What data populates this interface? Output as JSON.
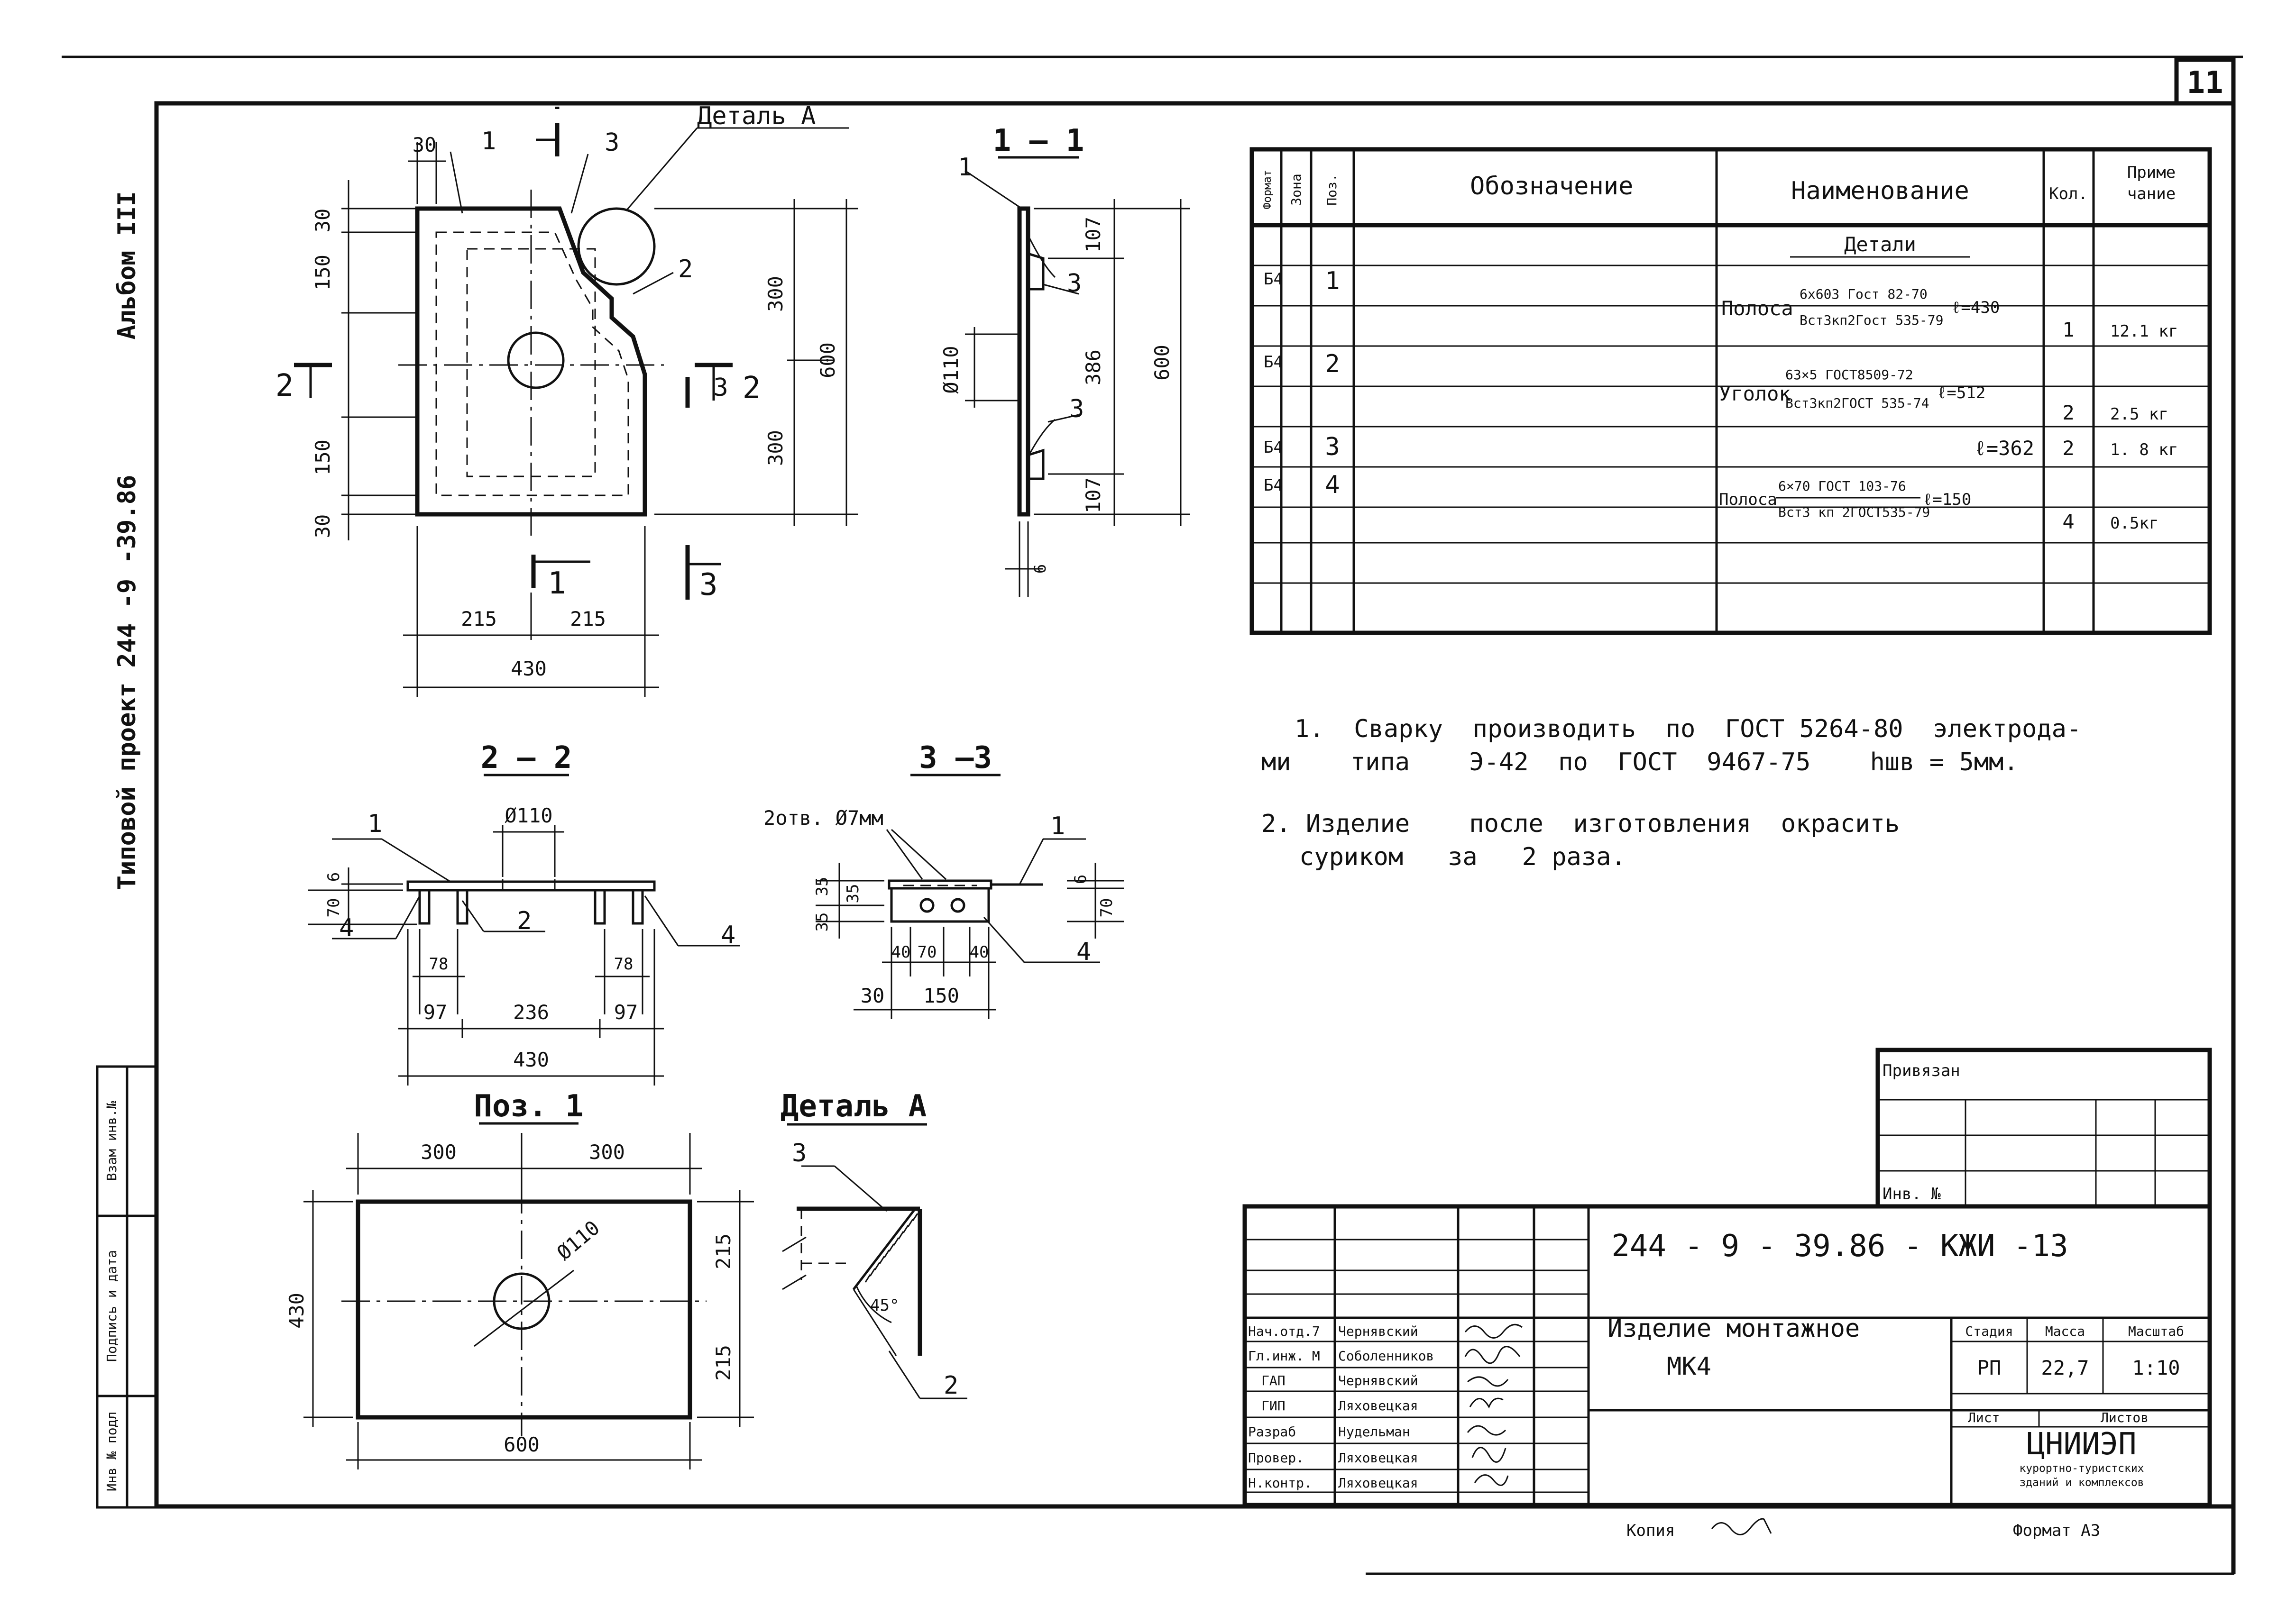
{
  "page_number": "11",
  "side_title": {
    "album": "Альбом III",
    "project": "Типовой проект 244 -9 -39.86"
  },
  "side_stamp": {
    "c1": "Инв № подл",
    "c2": "Подпись и дата",
    "c3": "Взам инв.№"
  },
  "drawings": {
    "plan": {
      "top": [
        "30",
        "1",
        "3"
      ],
      "detail_callout": "Деталь А",
      "pos2": "2",
      "left": [
        "30",
        "150",
        "150",
        "30"
      ],
      "right": [
        "300",
        "300",
        "600"
      ],
      "bottom": [
        "215",
        "215",
        "430"
      ],
      "cuts": [
        "1",
        "1",
        "2",
        "2",
        "3",
        "3"
      ]
    },
    "sec11": {
      "title": "1 — 1",
      "pos": [
        "1",
        "3",
        "3"
      ],
      "dims": [
        "107",
        "386",
        "107",
        "600",
        "Ø110",
        "6"
      ]
    },
    "sec22": {
      "title": "2 — 2",
      "dims": [
        "Ø110",
        "6",
        "70",
        "78",
        "78",
        "97",
        "236",
        "97",
        "430"
      ],
      "pos": [
        "1",
        "4",
        "2",
        "4"
      ]
    },
    "sec33": {
      "title": "3 —3",
      "holes": "2отв. Ø7мм",
      "dims": [
        "35",
        "35",
        "6",
        "70",
        "40",
        "70",
        "40",
        "30",
        "150"
      ],
      "pos": [
        "1",
        "4"
      ]
    },
    "poz1": {
      "title": "Поз. 1",
      "dims": [
        "300",
        "300",
        "430",
        "215",
        "215",
        "600",
        "Ø110"
      ]
    },
    "detailA": {
      "title": "Деталь А",
      "pos": [
        "3",
        "2"
      ],
      "angle": "45°"
    }
  },
  "spec": {
    "headers": {
      "format": "Формат",
      "zone": "Зона",
      "pos": "Поз.",
      "designation": "Обозначение",
      "name": "Наименование",
      "qty": "Кол.",
      "note_a": "Приме",
      "note_b": "чание"
    },
    "section": "Детали",
    "rows": [
      {
        "format": "Б4",
        "pos": "1",
        "name": "Полоса",
        "num": "6x603 Гост 82-70",
        "den": "Вст3кп2Гост 535-79",
        "len": "ℓ=430",
        "qty": "1",
        "note": "12.1 кг"
      },
      {
        "format": "Б4",
        "pos": "2",
        "name": "Уголок",
        "num": "63×5 ГОСТ8509-72",
        "den": "Вст3кп2ГОСТ 535-74",
        "len": "ℓ=512",
        "qty": "2",
        "note": "2.5 кг"
      },
      {
        "format": "Б4",
        "pos": "3",
        "name": "",
        "num": "",
        "den": "",
        "len": "ℓ=362",
        "qty": "2",
        "note": "1. 8 кг"
      },
      {
        "format": "Б4",
        "pos": "4",
        "name": "Полоса",
        "num": "6×70 ГОСТ 103-76",
        "den": "Вст3 кп 2ГОСТ535-79",
        "len": "ℓ=150",
        "qty": "4",
        "note": "0.5кг"
      }
    ]
  },
  "notes": [
    "1.  Сварку  производить  по  ГОСТ 5264-80  электрода-",
    "ми    типа    Э-42  по  ГОСТ  9467-75    hшв = 5мм.",
    "2. Изделие    после  изготовления  окрасить",
    "суриком   за   2 раза."
  ],
  "tie_block": {
    "label": "Привязан",
    "inv": "Инв. №"
  },
  "title_block": {
    "code": "244 - 9 - 39.86 - КЖИ -13",
    "title_a": "Изделие монтажное",
    "title_b": "МК4",
    "stage_h": "Стадия",
    "mass_h": "Масса",
    "scale_h": "Масштаб",
    "stage": "РП",
    "mass": "22,7",
    "scale": "1:10",
    "sheet_h": "Лист",
    "sheets_h": "Листов",
    "org": "ЦНИИЭП",
    "org_sub1": "курортно-туристских",
    "org_sub2": "зданий и комплексов",
    "people": [
      {
        "role": "Нач.отд.7",
        "name": "Чернявский"
      },
      {
        "role": "Гл.инж. М",
        "name": "Соболенников"
      },
      {
        "role": "ГАП",
        "name": "Чернявский"
      },
      {
        "role": "ГИП",
        "name": "Ляховецкая"
      },
      {
        "role": "Разраб",
        "name": "Нудельман"
      },
      {
        "role": "Провер.",
        "name": "Ляховецкая"
      },
      {
        "role": "Н.контр.",
        "name": "Ляховецкая"
      }
    ]
  },
  "footer": {
    "copy": "Копия",
    "format": "Формат А3"
  }
}
